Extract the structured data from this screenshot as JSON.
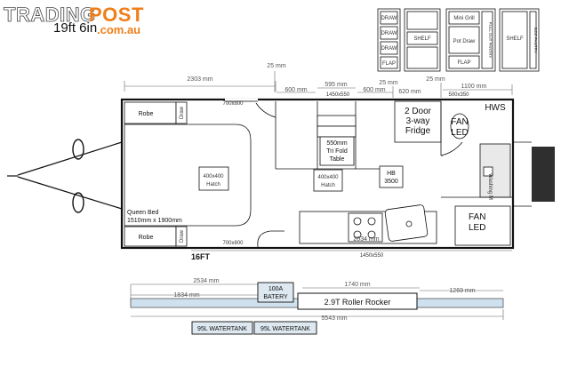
{
  "watermark": {
    "part1": "TRADING",
    "part2": "POST",
    "domain": ".com.au"
  },
  "model_title": "19ft 6in",
  "cabinets": {
    "draw": "DRAW",
    "flap": "FLAP",
    "shelf": "SHELF",
    "mini_grill": "Mini Grill",
    "pot_draw": "Pot Draw",
    "pull_out_pantry": "PULL OUT PANTRY",
    "side_pantry": "SIDE PANTRY"
  },
  "dimensions": {
    "d2303": "2303 mm",
    "d25a": "25 mm",
    "d600a": "600 mm",
    "d595": "595 mm",
    "d600b": "600 mm",
    "d25b": "25 mm",
    "d25c": "25 mm",
    "d620": "620 mm",
    "d1100": "1100 mm",
    "d2534": "2534 mm",
    "d1834": "1834 mm",
    "d1740": "1740 mm",
    "d1269": "1269 mm",
    "d5543": "5543 mm"
  },
  "labels": {
    "robe_top": "Robe",
    "robe_bottom": "Robe",
    "draw_top": "Draw",
    "draw_bottom": "Draw",
    "w700_top": "700x800",
    "w700_bottom": "700x800",
    "w1450_top": "1450x550",
    "w1450_bottom": "1450x550",
    "w500": "500x350",
    "hatch_bed_1": "400x400",
    "hatch_bed_2": "Hatch",
    "hatch_mid_1": "400x400",
    "hatch_mid_2": "Hatch",
    "bed_1": "Queen Bed",
    "bed_2": "1510mm x 1900mm",
    "table_1": "550mm",
    "table_2": "Tri Fold",
    "table_3": "Table",
    "fridge_1": "2 Door",
    "fridge_2": "3-way",
    "fridge_3": "Fridge",
    "fan_top_1": "FAN",
    "fan_top_2": "LED",
    "fan_bottom_1": "FAN",
    "fan_bottom_2": "LED",
    "hws": "HWS",
    "washing": "Washing M",
    "hb_1": "HB",
    "hb_2": "3500",
    "d2034": "2034 mm",
    "length_tag": "16FT"
  },
  "chassis": {
    "battery_1": "100A",
    "battery_2": "BATERY",
    "roller": "2.9T Roller Rocker",
    "tank_1": "95L WATERTANK",
    "tank_2": "95L WATERTANK"
  }
}
